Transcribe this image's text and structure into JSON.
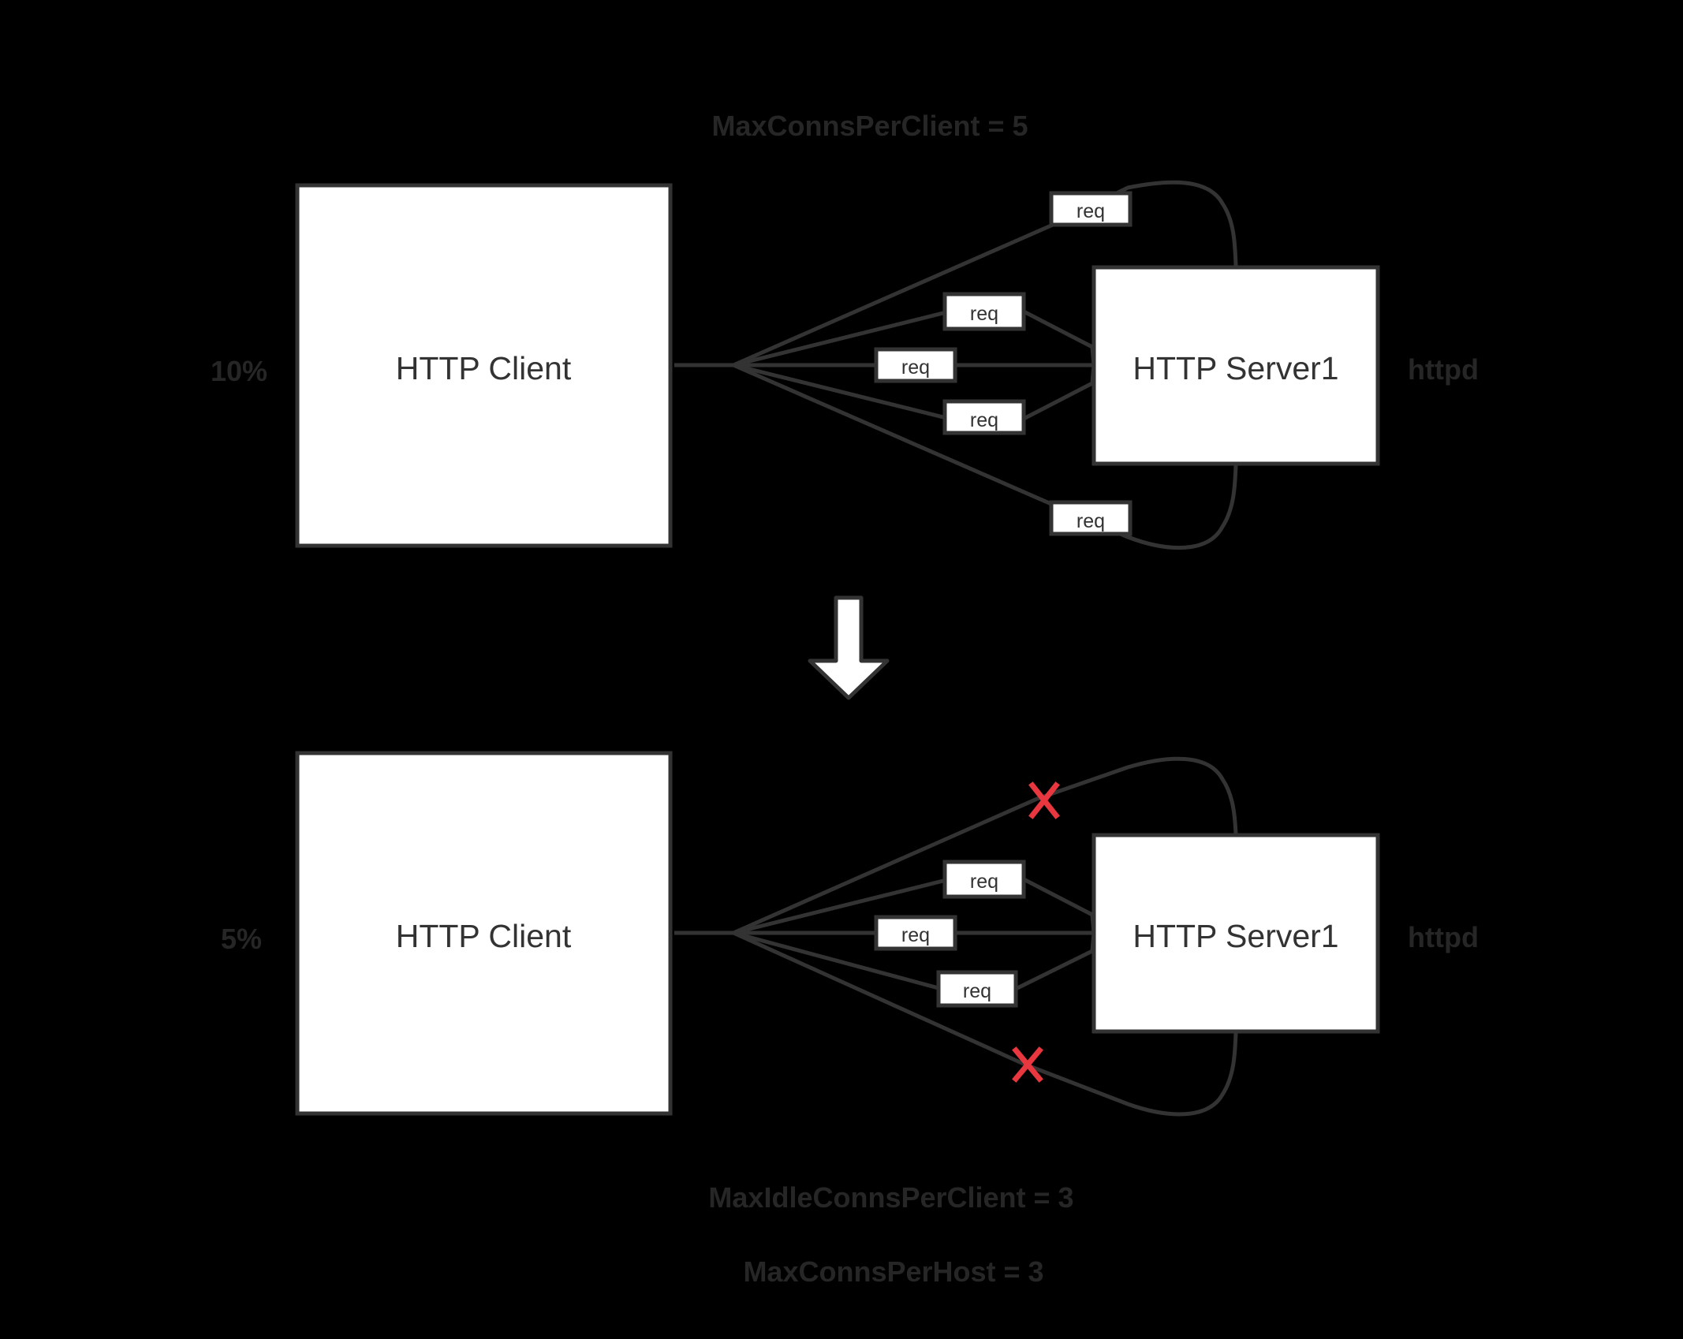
{
  "top_caption": "MaxConnsPerClient = 5",
  "top": {
    "client_label": "HTTP Client",
    "server_label": "HTTP Server1",
    "side_left": "10%",
    "side_right": "httpd",
    "req_labels": [
      "req",
      "req",
      "req",
      "req",
      "req"
    ]
  },
  "bottom": {
    "client_label": "HTTP Client",
    "server_label": "HTTP Server1",
    "side_left": "5%",
    "side_right": "httpd",
    "req_labels": [
      "req",
      "req",
      "req"
    ]
  },
  "bottom_caption_1": "MaxIdleConnsPerClient = 3",
  "bottom_caption_2": "MaxConnsPerHost = 3",
  "colors": {
    "background": "#000000",
    "box_fill": "#ffffff",
    "stroke": "#333333",
    "blocked_mark": "#e8373f"
  }
}
